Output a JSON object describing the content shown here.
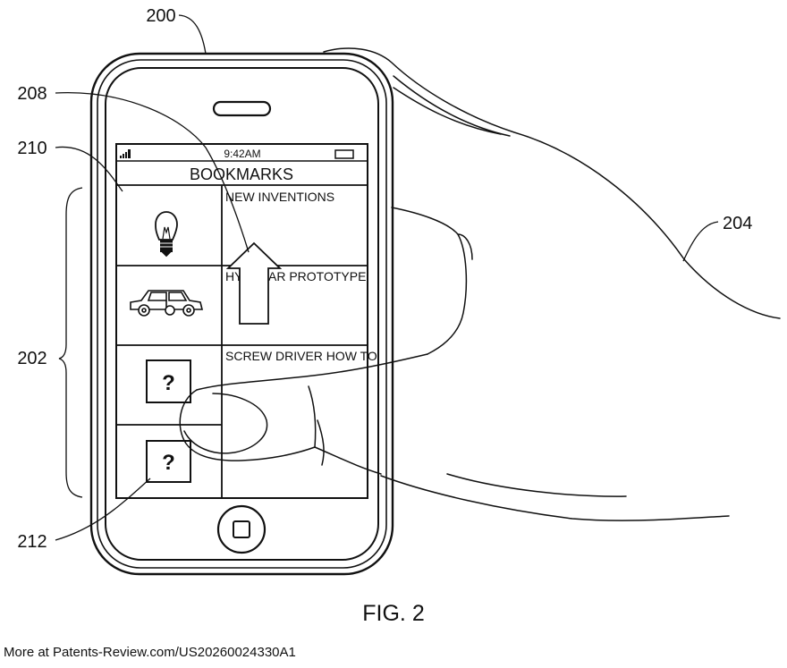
{
  "figure": {
    "caption": "FIG. 2",
    "reference_numerals": {
      "device": "200",
      "hand": "204",
      "list": "202",
      "arrow": "208",
      "item": "210",
      "icon": "212"
    }
  },
  "phone_screen": {
    "status_bar": {
      "time": "9:42AM"
    },
    "title": "BOOKMARKS",
    "bookmarks": [
      {
        "label": "NEW INVENTIONS",
        "icon": "lightbulb-icon"
      },
      {
        "label": "HYBRID CAR PROTOTYPE",
        "visible_left": "HY",
        "visible_right": "AR  PROTOTYPE",
        "icon": "car-icon"
      },
      {
        "label": "SCREW DRIVER HOW TO",
        "icon": "question-mark-icon",
        "glyph": "?"
      },
      {
        "label": "",
        "icon": "question-mark-icon",
        "glyph": "?"
      }
    ]
  },
  "footer": {
    "source": "More at Patents-Review.com/US20260024330A1"
  }
}
